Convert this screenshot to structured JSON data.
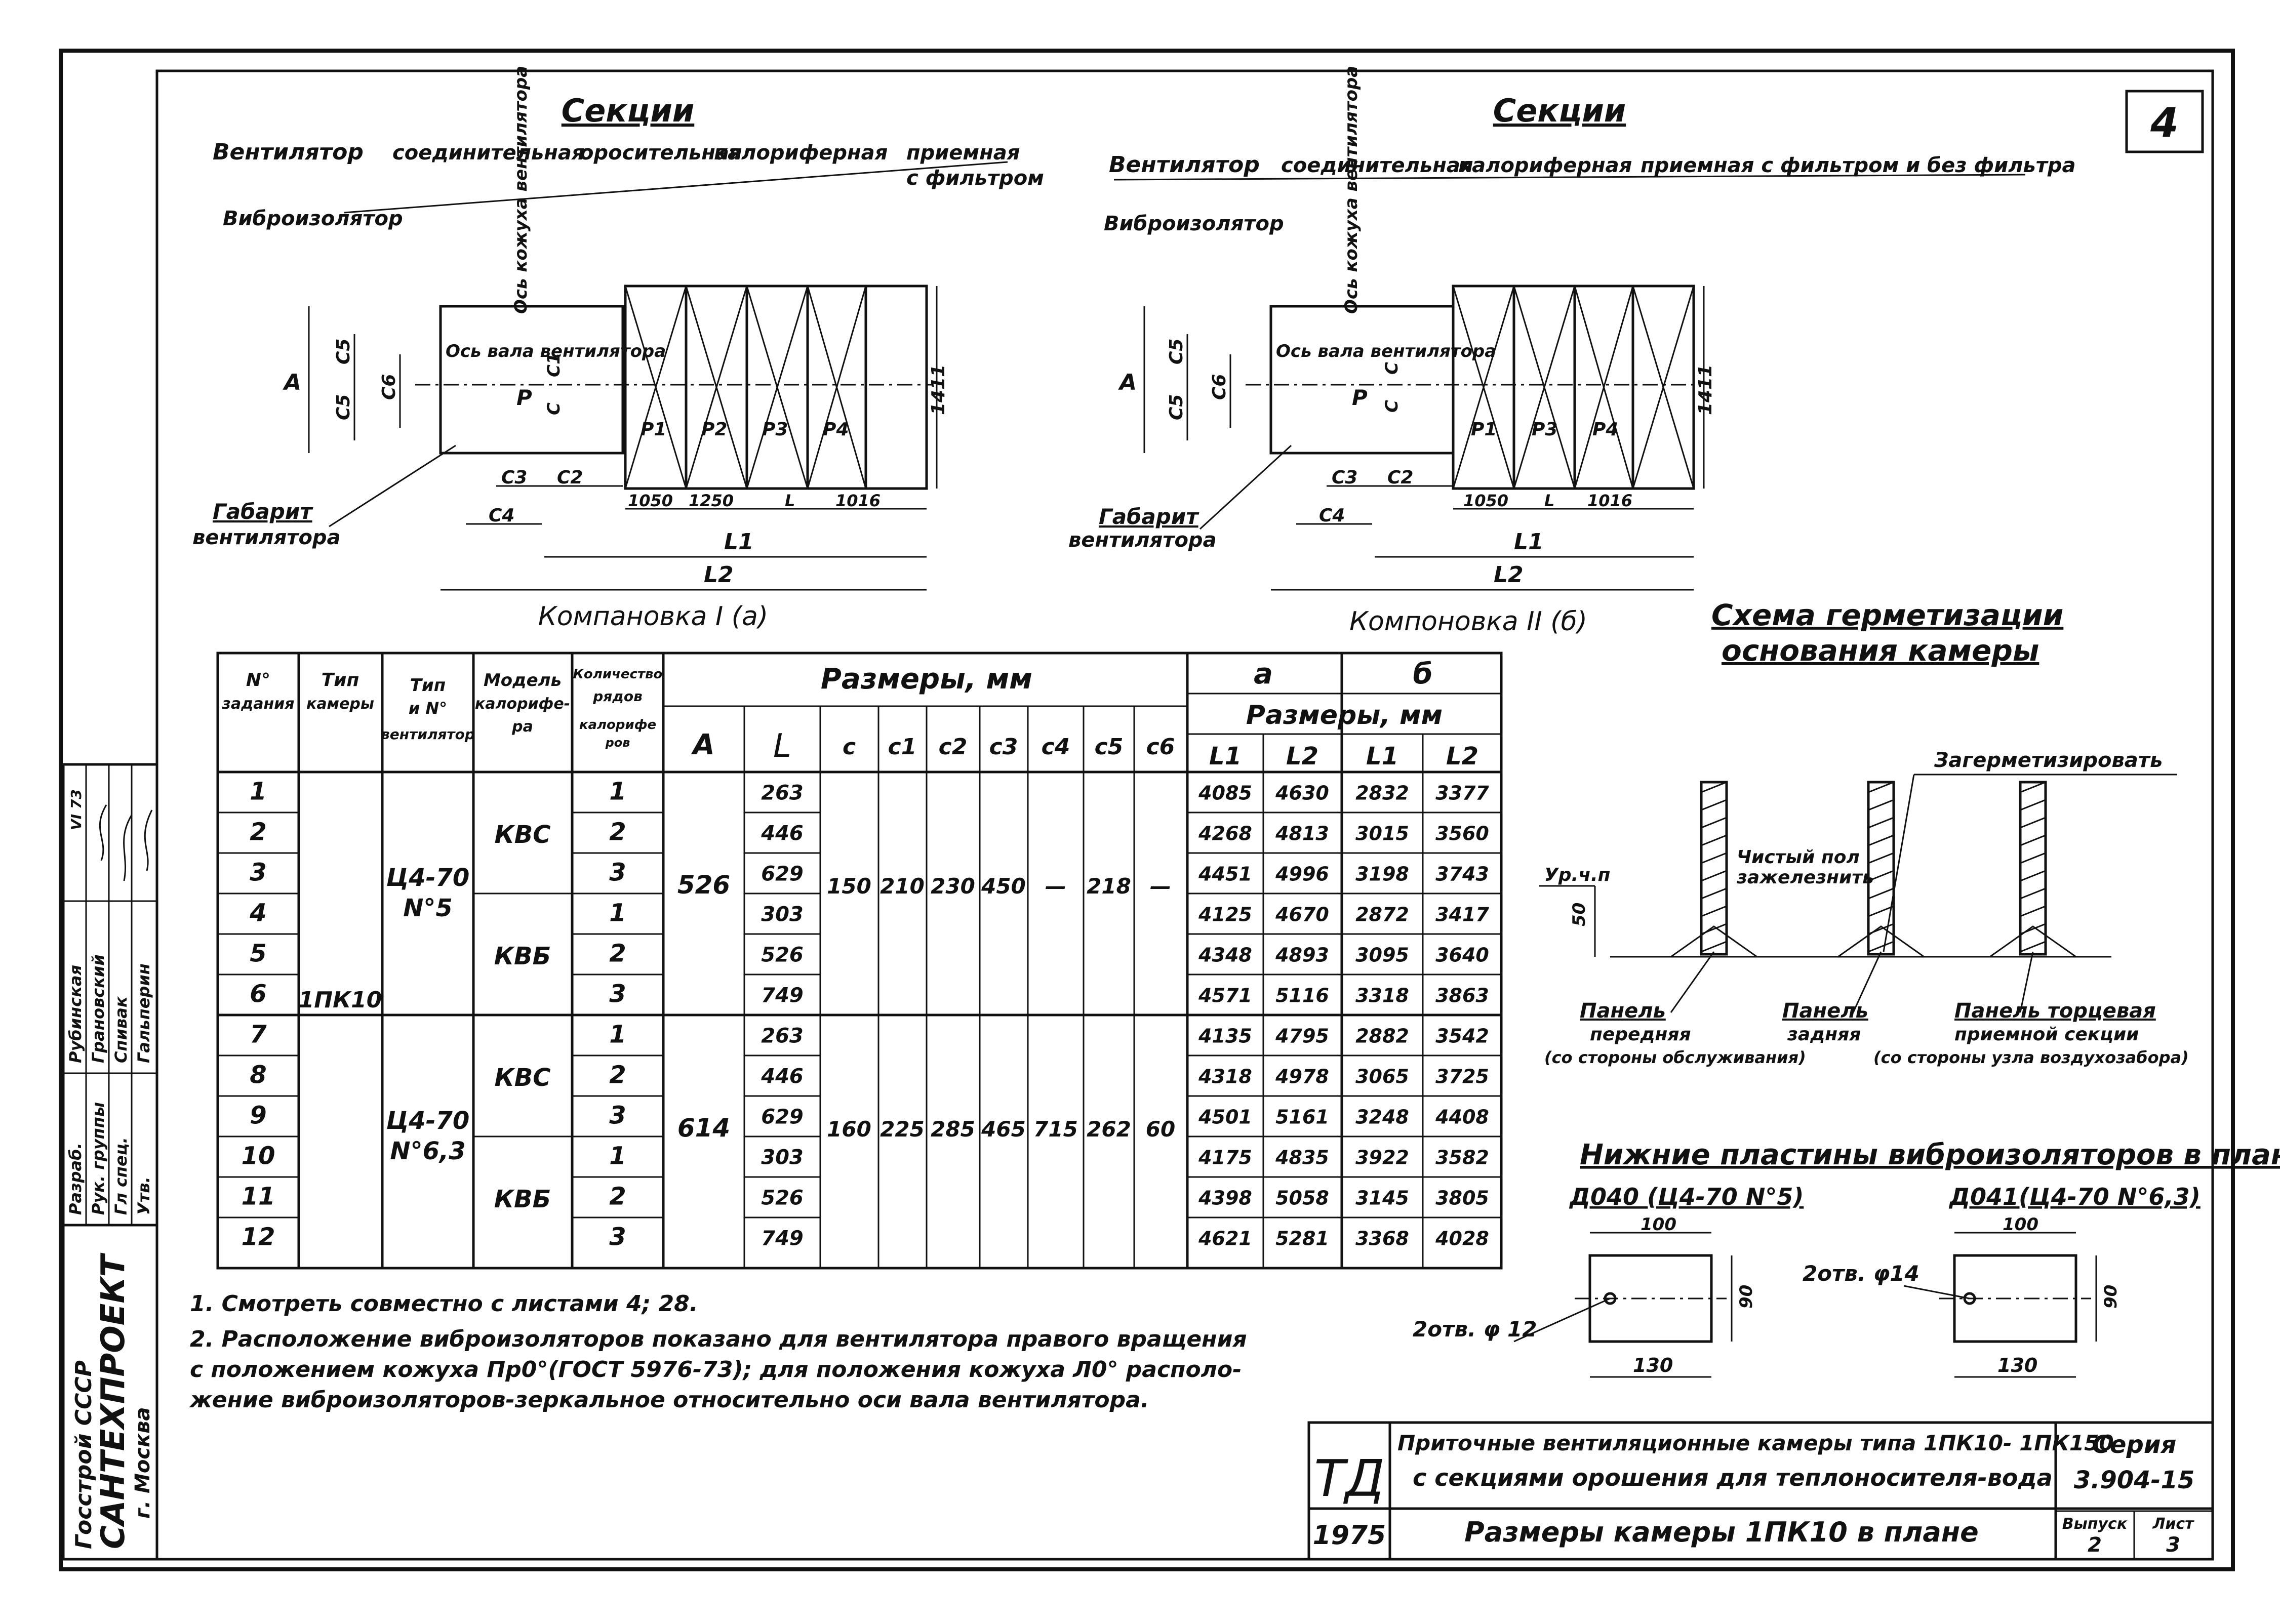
{
  "sheet_number": "4",
  "layout1": {
    "sections_title": "Секции",
    "label_fan": "Вентилятор",
    "label_isolator": "Виброизолятор",
    "label_connecting": "соединительная",
    "label_spray": "оросительная",
    "label_heater": "калориферная",
    "label_intake": "приемная",
    "label_intake2": "с фильтром",
    "label_casing_axis": "Ось кожуха вентилятора",
    "label_shaft_axis": "Ось вала вентилятора",
    "label_A": "A",
    "label_C5a": "C5",
    "label_C5b": "C5",
    "label_C6": "C6",
    "label_C1": "C1",
    "label_C": "C",
    "label_P": "P",
    "label_P1": "P1",
    "label_P2": "P2",
    "label_P3": "P3",
    "label_P4": "P4",
    "label_1411": "1411",
    "label_C3": "C3",
    "label_C2": "C2",
    "label_C4": "C4",
    "dim_1050": "1050",
    "dim_1250": "1250",
    "dim_L": "L",
    "dim_1016": "1016",
    "label_L1": "L1",
    "label_L2": "L2",
    "label_overall1": "Габарит",
    "label_overall2": "вентилятора",
    "caption": "Компановка I (а)"
  },
  "layout2": {
    "sections_title": "Секции",
    "label_fan": "Вентилятор",
    "label_isolator": "Виброизолятор",
    "label_connecting": "соединительная",
    "label_heater": "калориферная",
    "label_intake": "приемная с фильтром и без фильтра",
    "label_casing_axis": "Ось кожуха вентилятора",
    "label_shaft_axis": "Ось вала вентилятора",
    "label_A": "A",
    "label_C5": "C5",
    "label_C5b": "C5",
    "label_C6": "C6",
    "label_C": "C",
    "label_C1": "C",
    "label_P": "P",
    "label_P1": "P1",
    "label_P3": "P3",
    "label_P4": "P4",
    "label_1411": "1411",
    "label_C3": "C3",
    "label_C2": "C2",
    "label_C4": "C4",
    "dim_1050": "1050",
    "dim_L": "L",
    "dim_1016": "1016",
    "label_L1": "L1",
    "label_L2": "L2",
    "label_overall1": "Габарит",
    "label_overall2": "вентилятора",
    "caption": "Компоновка II (б)"
  },
  "table": {
    "h_no1": "N°",
    "h_no2": "задания",
    "h_type1": "Тип",
    "h_type2": "камеры",
    "h_fan1": "Тип",
    "h_fan2": "и N°",
    "h_fan3": "вентилятор",
    "h_model1": "Модель",
    "h_model2": "калорифе-",
    "h_model3": "ра",
    "h_rows1": "Количество",
    "h_rows2": "рядов",
    "h_rows3": "калорифе",
    "h_rows4": "ров",
    "h_sizes": "Размеры, мм",
    "h_a": "а",
    "h_b": "б",
    "h_sizes2": "Размеры, мм",
    "h_A": "A",
    "h_L": "L",
    "h_c": "c",
    "h_c1": "c1",
    "h_c2": "c2",
    "h_c3": "c3",
    "h_c4": "c4",
    "h_c5": "c5",
    "h_c6": "c6",
    "h_L1a": "L1",
    "h_L2a": "L2",
    "h_L1b": "L1",
    "h_L2b": "L2",
    "camera_type": "1ПК10",
    "fan1a": "Ц4-70",
    "fan1b": "N°5",
    "fan2a": "Ц4-70",
    "fan2b": "N°6,3",
    "model_kvs1": "КВС",
    "model_kvb1": "КВБ",
    "model_kvs2": "КВС",
    "model_kvb2": "КВБ",
    "g1": {
      "A": "526",
      "c": "150",
      "c1": "210",
      "c2": "230",
      "c3": "450",
      "c4": "—",
      "c5": "218",
      "c6": "—"
    },
    "g2": {
      "A": "614",
      "c": "160",
      "c1": "225",
      "c2": "285",
      "c3": "465",
      "c4": "715",
      "c5": "262",
      "c6": "60"
    },
    "rows": [
      {
        "no": "1",
        "n": "1",
        "L": "263",
        "L1a": "4085",
        "L2a": "4630",
        "L1b": "2832",
        "L2b": "3377"
      },
      {
        "no": "2",
        "n": "2",
        "L": "446",
        "L1a": "4268",
        "L2a": "4813",
        "L1b": "3015",
        "L2b": "3560"
      },
      {
        "no": "3",
        "n": "3",
        "L": "629",
        "L1a": "4451",
        "L2a": "4996",
        "L1b": "3198",
        "L2b": "3743"
      },
      {
        "no": "4",
        "n": "1",
        "L": "303",
        "L1a": "4125",
        "L2a": "4670",
        "L1b": "2872",
        "L2b": "3417"
      },
      {
        "no": "5",
        "n": "2",
        "L": "526",
        "L1a": "4348",
        "L2a": "4893",
        "L1b": "3095",
        "L2b": "3640"
      },
      {
        "no": "6",
        "n": "3",
        "L": "749",
        "L1a": "4571",
        "L2a": "5116",
        "L1b": "3318",
        "L2b": "3863"
      },
      {
        "no": "7",
        "n": "1",
        "L": "263",
        "L1a": "4135",
        "L2a": "4795",
        "L1b": "2882",
        "L2b": "3542"
      },
      {
        "no": "8",
        "n": "2",
        "L": "446",
        "L1a": "4318",
        "L2a": "4978",
        "L1b": "3065",
        "L2b": "3725"
      },
      {
        "no": "9",
        "n": "3",
        "L": "629",
        "L1a": "4501",
        "L2a": "5161",
        "L1b": "3248",
        "L2b": "4408"
      },
      {
        "no": "10",
        "n": "1",
        "L": "303",
        "L1a": "4175",
        "L2a": "4835",
        "L1b": "3922",
        "L2b": "3582"
      },
      {
        "no": "11",
        "n": "2",
        "L": "526",
        "L1a": "4398",
        "L2a": "5058",
        "L1b": "3145",
        "L2b": "3805"
      },
      {
        "no": "12",
        "n": "3",
        "L": "749",
        "L1a": "4621",
        "L2a": "5281",
        "L1b": "3368",
        "L2b": "4028"
      }
    ]
  },
  "sealing": {
    "title1": "Схема герметизации",
    "title2": "основания камеры",
    "seal": "Загерметизировать",
    "floor1": "Чистый пол",
    "floor2": "зажелезнить",
    "level": "Ур.ч.п",
    "dim50": "50",
    "front1": "Панель",
    "front2": "передняя",
    "front3": "(со стороны обслуживания)",
    "rear1": "Панель",
    "rear2": "задняя",
    "end1": "Панель торцевая",
    "end2": "приемной секции",
    "end3": "(со стороны узла воздухозабора)"
  },
  "plates": {
    "title": "Нижние пластины виброизоляторов в плане",
    "p1_title": "Д040 (Ц4-70 N°5)",
    "p2_title": "Д041(Ц4-70 N°6,3)",
    "p1_top": "100",
    "p1_side": "90",
    "p1_bottom": "130",
    "p1_hole": "2отв. φ 12",
    "p2_top": "100",
    "p2_side": "90",
    "p2_bottom": "130",
    "p2_hole": "2отв. φ14"
  },
  "notes": {
    "n1": "1. Смотреть совместно с листами 4; 28.",
    "n2": "2. Расположение виброизоляторов показано для вентилятора правого вращения",
    "n3": "с положением кожуха Пр0°(ГОСТ 5976-73); для положения кожуха Л0° располо-",
    "n4": "жение виброизоляторов-зеркальное относительно оси вала вентилятора."
  },
  "stamp": {
    "rows": [
      {
        "role": "Разраб.",
        "name": "Рубинская"
      },
      {
        "role": "Рук. группы",
        "name": "Грановский"
      },
      {
        "role": "Гл спец.",
        "name": "Спивак"
      },
      {
        "role": "Утв.",
        "name": "Гальперин"
      }
    ],
    "date": "VI 73",
    "org1": "Госстрой СССР",
    "org2": "САНТЕХПРОЕКТ",
    "org3": "г. Москва"
  },
  "titleblock": {
    "td": "ТД",
    "year": "1975",
    "desc1": "Приточные вентиляционные камеры типа 1ПК10- 1ПК150",
    "desc2": "с секциями орошения для теплоносителя-вода",
    "series_label": "Серия",
    "series": "3.904-15",
    "name": "Размеры камеры 1ПК10 в плане",
    "issue_label": "Выпуск",
    "issue": "2",
    "sheet_label": "Лист",
    "sheet": "3"
  }
}
